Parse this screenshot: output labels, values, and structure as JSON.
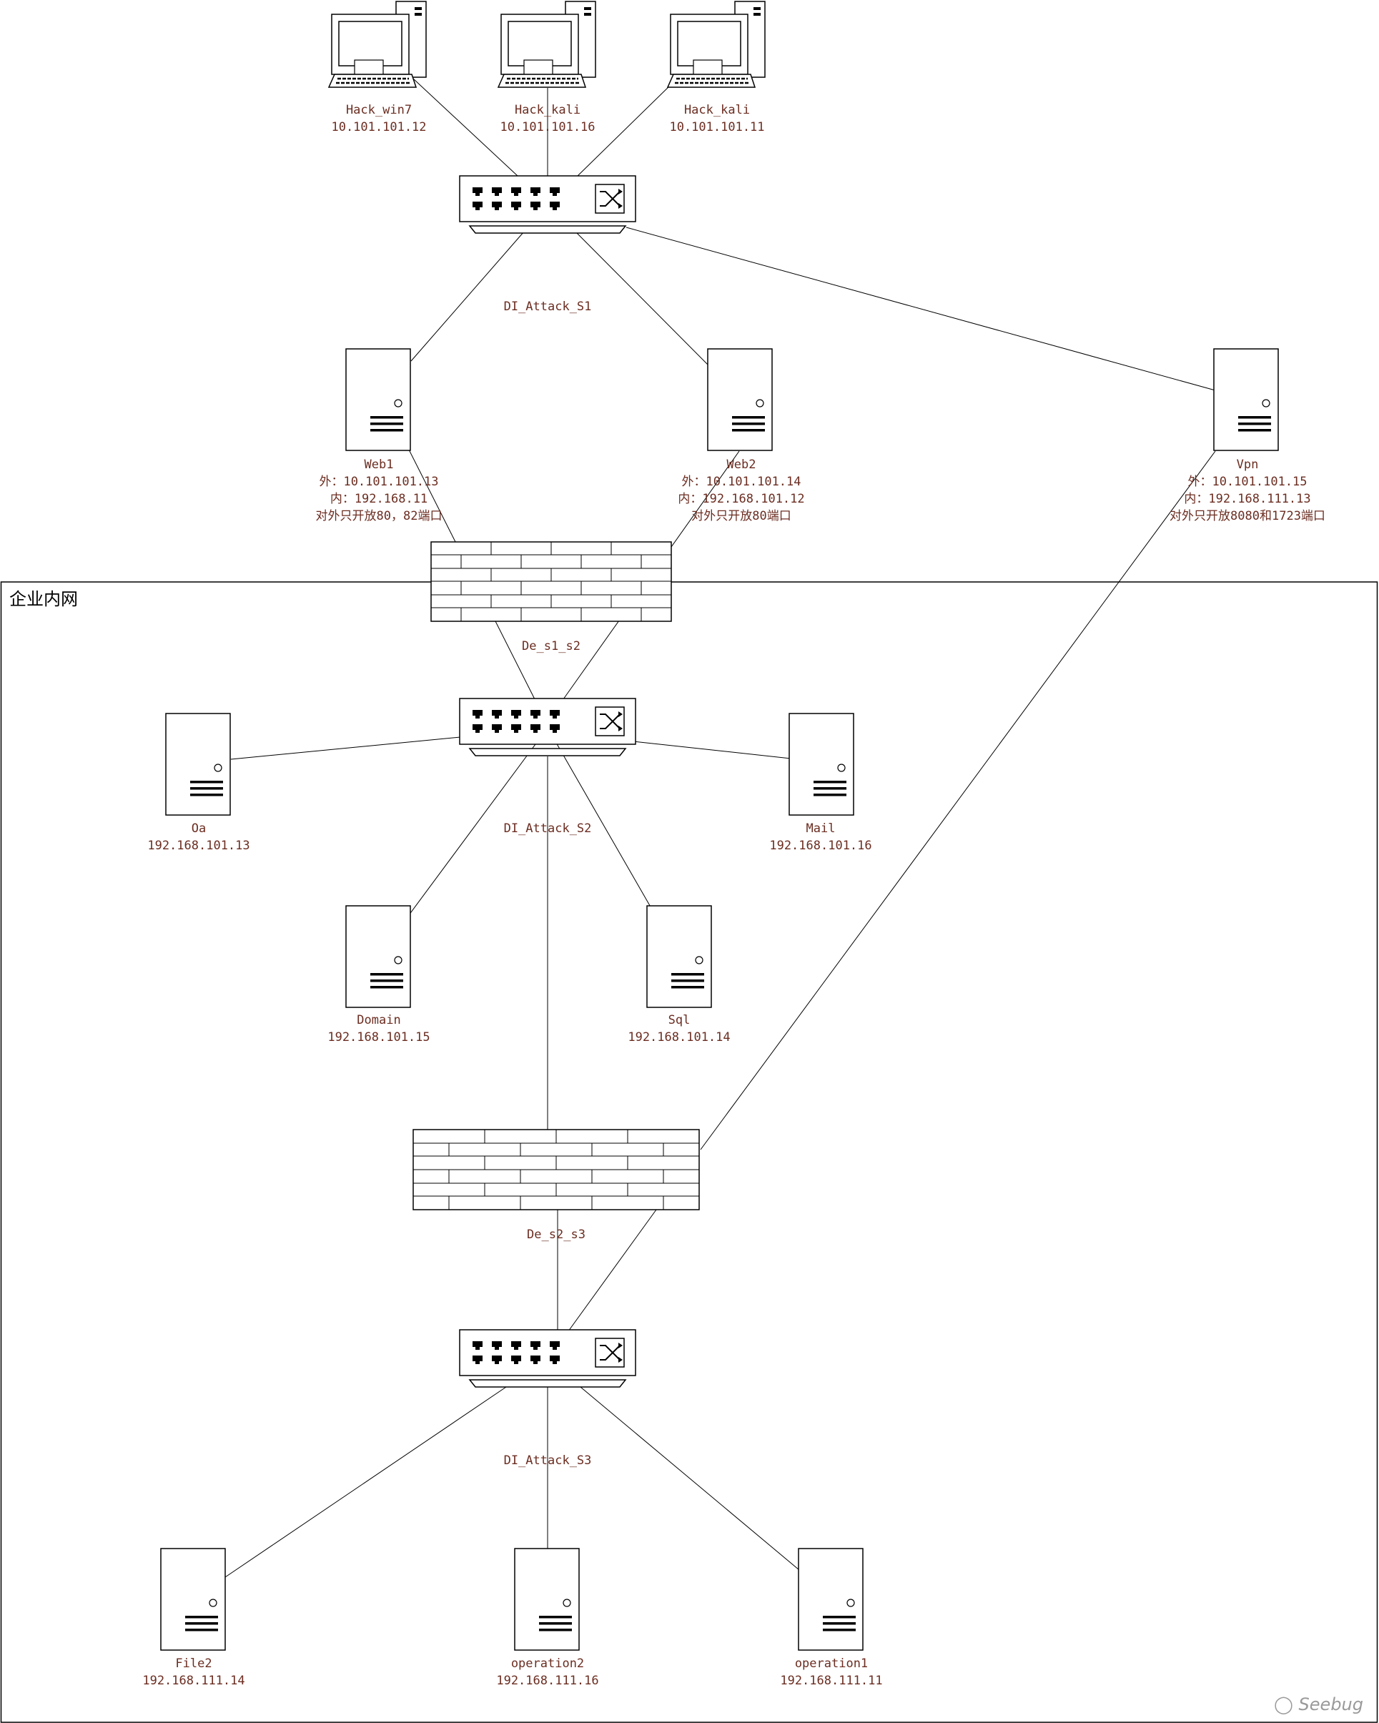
{
  "zone": {
    "label": "企业内网"
  },
  "watermark": "Seebug",
  "switches": [
    {
      "id": "s1",
      "label": "DI_Attack_S1"
    },
    {
      "id": "s2",
      "label": "DI_Attack_S2"
    },
    {
      "id": "s3",
      "label": "DI_Attack_S3"
    }
  ],
  "firewalls": [
    {
      "id": "fw1",
      "label": "De_s1_s2"
    },
    {
      "id": "fw2",
      "label": "De_s2_s3"
    }
  ],
  "workstations": [
    {
      "id": "hw7",
      "name": "Hack_win7",
      "ip": "10.101.101.12"
    },
    {
      "id": "hk16",
      "name": "Hack_kali",
      "ip": "10.101.101.16"
    },
    {
      "id": "hk11",
      "name": "Hack_kali",
      "ip": "10.101.101.11"
    }
  ],
  "servers": [
    {
      "id": "web1",
      "lines": [
        "Web1",
        "外：10.101.101.13",
        "内：192.168.11",
        "对外只开放80，82端口"
      ]
    },
    {
      "id": "web2",
      "lines": [
        "Web2",
        "外：10.101.101.14",
        "内：192.168.101.12",
        "对外只开放80端口"
      ]
    },
    {
      "id": "vpn",
      "lines": [
        "Vpn",
        "外：10.101.101.15",
        "内：192.168.111.13",
        "对外只开放8080和1723端口"
      ]
    },
    {
      "id": "oa",
      "lines": [
        "Oa",
        "192.168.101.13"
      ]
    },
    {
      "id": "mail",
      "lines": [
        "Mail",
        "192.168.101.16"
      ]
    },
    {
      "id": "domain",
      "lines": [
        "Domain",
        "192.168.101.15"
      ]
    },
    {
      "id": "sql",
      "lines": [
        "Sql",
        "192.168.101.14"
      ]
    },
    {
      "id": "file2",
      "lines": [
        "File2",
        "192.168.111.14"
      ]
    },
    {
      "id": "op2",
      "lines": [
        "operation2",
        "192.168.111.16"
      ]
    },
    {
      "id": "op1",
      "lines": [
        "operation1",
        "192.168.111.11"
      ]
    }
  ]
}
